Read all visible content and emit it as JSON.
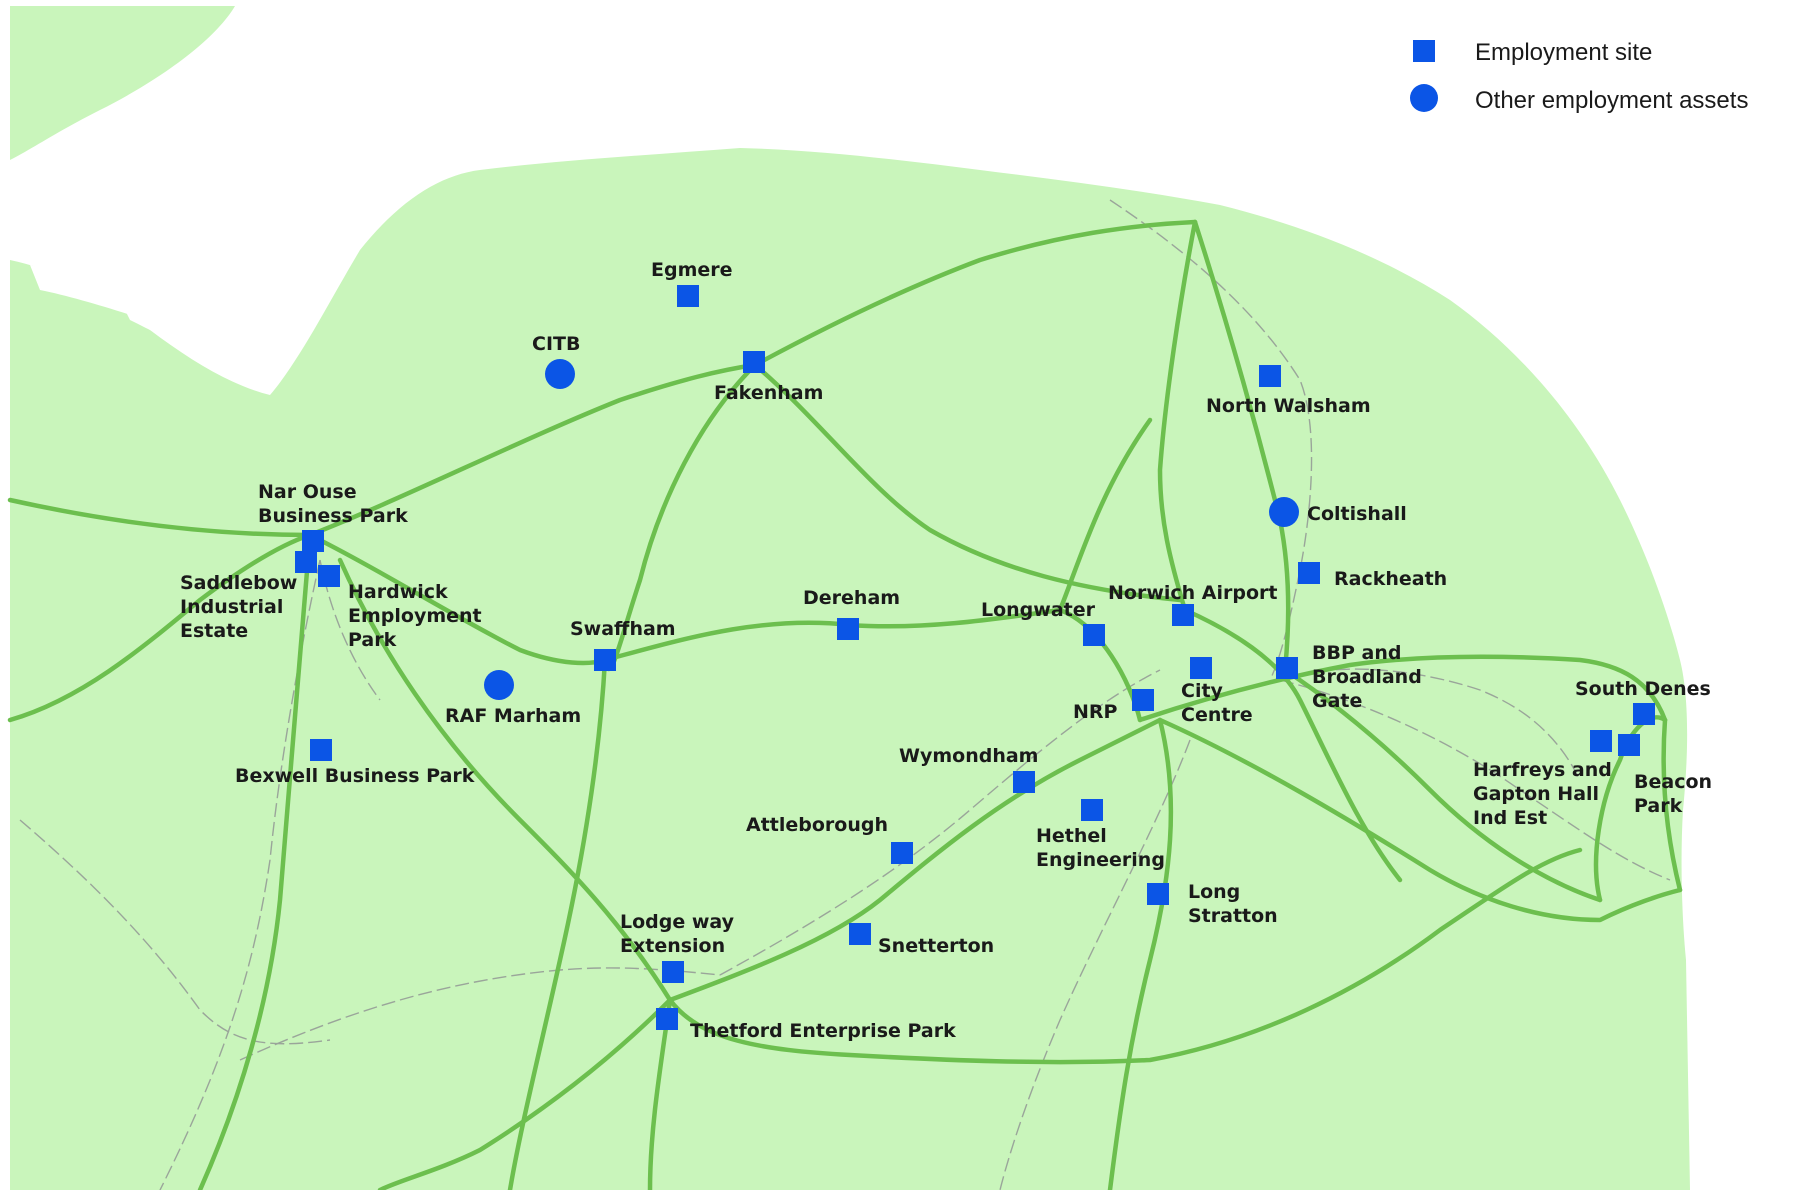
{
  "colors": {
    "land": "#c9f5bb",
    "sea": "#ffffff",
    "road": "#6cbf4e",
    "marker": "#0b55e6"
  },
  "legend": {
    "employment_site": "Employment site",
    "other_assets": "Other employment assets"
  },
  "sites": [
    {
      "key": "egmere",
      "type": "site",
      "label": [
        "Egmere"
      ]
    },
    {
      "key": "citb",
      "type": "asset",
      "label": [
        "CITB"
      ]
    },
    {
      "key": "fakenham",
      "type": "site",
      "label": [
        "Fakenham"
      ]
    },
    {
      "key": "north-walsham",
      "type": "site",
      "label": [
        "North Walsham"
      ]
    },
    {
      "key": "coltishall",
      "type": "asset",
      "label": [
        "Coltishall"
      ]
    },
    {
      "key": "rackheath",
      "type": "site",
      "label": [
        "Rackheath"
      ]
    },
    {
      "key": "nar-ouse",
      "type": "site",
      "label": [
        "Nar Ouse",
        "Business Park"
      ]
    },
    {
      "key": "saddlebow",
      "type": "site",
      "label": [
        "Saddlebow",
        "Industrial",
        "Estate"
      ]
    },
    {
      "key": "hardwick",
      "type": "site",
      "label": [
        "Hardwick",
        "Employment",
        "Park"
      ]
    },
    {
      "key": "swaffham",
      "type": "site",
      "label": [
        "Swaffham"
      ]
    },
    {
      "key": "raf-marham",
      "type": "asset",
      "label": [
        "RAF Marham"
      ]
    },
    {
      "key": "dereham",
      "type": "site",
      "label": [
        "Dereham"
      ]
    },
    {
      "key": "longwater",
      "type": "site",
      "label": [
        "Longwater"
      ]
    },
    {
      "key": "norwich-airport",
      "type": "site",
      "label": [
        "Norwich Airport"
      ]
    },
    {
      "key": "city-centre",
      "type": "site",
      "label": [
        "City",
        "Centre"
      ]
    },
    {
      "key": "bbp",
      "type": "site",
      "label": [
        "BBP and",
        "Broadland",
        "Gate"
      ]
    },
    {
      "key": "nrp",
      "type": "site",
      "label": [
        "NRP"
      ]
    },
    {
      "key": "south-denes",
      "type": "site",
      "label": [
        "South Denes"
      ]
    },
    {
      "key": "harfreys",
      "type": "site",
      "label": [
        "Harfreys and",
        "Gapton Hall",
        "Ind Est"
      ]
    },
    {
      "key": "beacon-park",
      "type": "site",
      "label": [
        "Beacon",
        "Park"
      ]
    },
    {
      "key": "bexwell",
      "type": "site",
      "label": [
        "Bexwell Business Park"
      ]
    },
    {
      "key": "wymondham",
      "type": "site",
      "label": [
        "Wymondham"
      ]
    },
    {
      "key": "hethel",
      "type": "site",
      "label": [
        "Hethel",
        "Engineering"
      ]
    },
    {
      "key": "attleborough",
      "type": "site",
      "label": [
        "Attleborough"
      ]
    },
    {
      "key": "long-stratton",
      "type": "site",
      "label": [
        "Long",
        "Stratton"
      ]
    },
    {
      "key": "lodge-way",
      "type": "site",
      "label": [
        "Lodge way",
        "Extension"
      ]
    },
    {
      "key": "snetterton",
      "type": "site",
      "label": [
        "Snetterton"
      ]
    },
    {
      "key": "thetford",
      "type": "site",
      "label": [
        "Thetford Enterprise Park"
      ]
    }
  ]
}
